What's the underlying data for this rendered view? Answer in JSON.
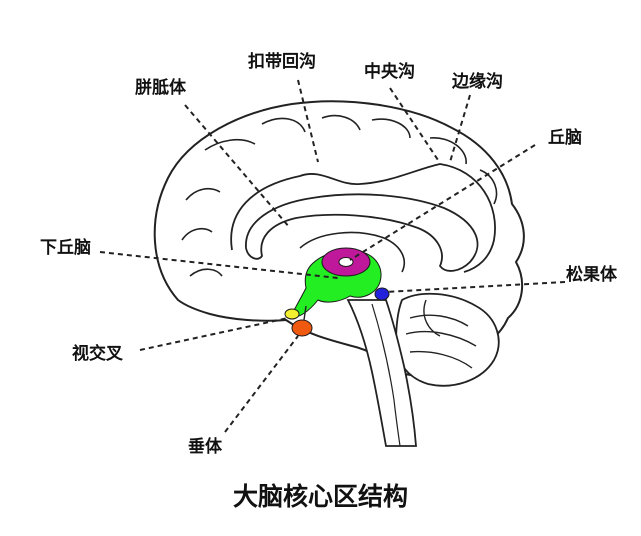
{
  "diagram": {
    "title": "大脑核心区结构",
    "labels": {
      "corpus_callosum": "胼胝体",
      "cingulate_sulcus": "扣带回沟",
      "central_sulcus": "中央沟",
      "marginal_sulcus": "边缘沟",
      "thalamus": "丘脑",
      "hypothalamus": "下丘脑",
      "pineal_body": "松果体",
      "optic_chiasm": "视交叉",
      "pituitary": "垂体"
    },
    "colors": {
      "thalamus": "#c0189a",
      "hypothalamus": "#22ee22",
      "pineal_body": "#2222dd",
      "optic_chiasm": "#f2f030",
      "pituitary": "#f05a10",
      "outline": "#222222",
      "leader_line": "#222222",
      "background": "#ffffff"
    }
  }
}
